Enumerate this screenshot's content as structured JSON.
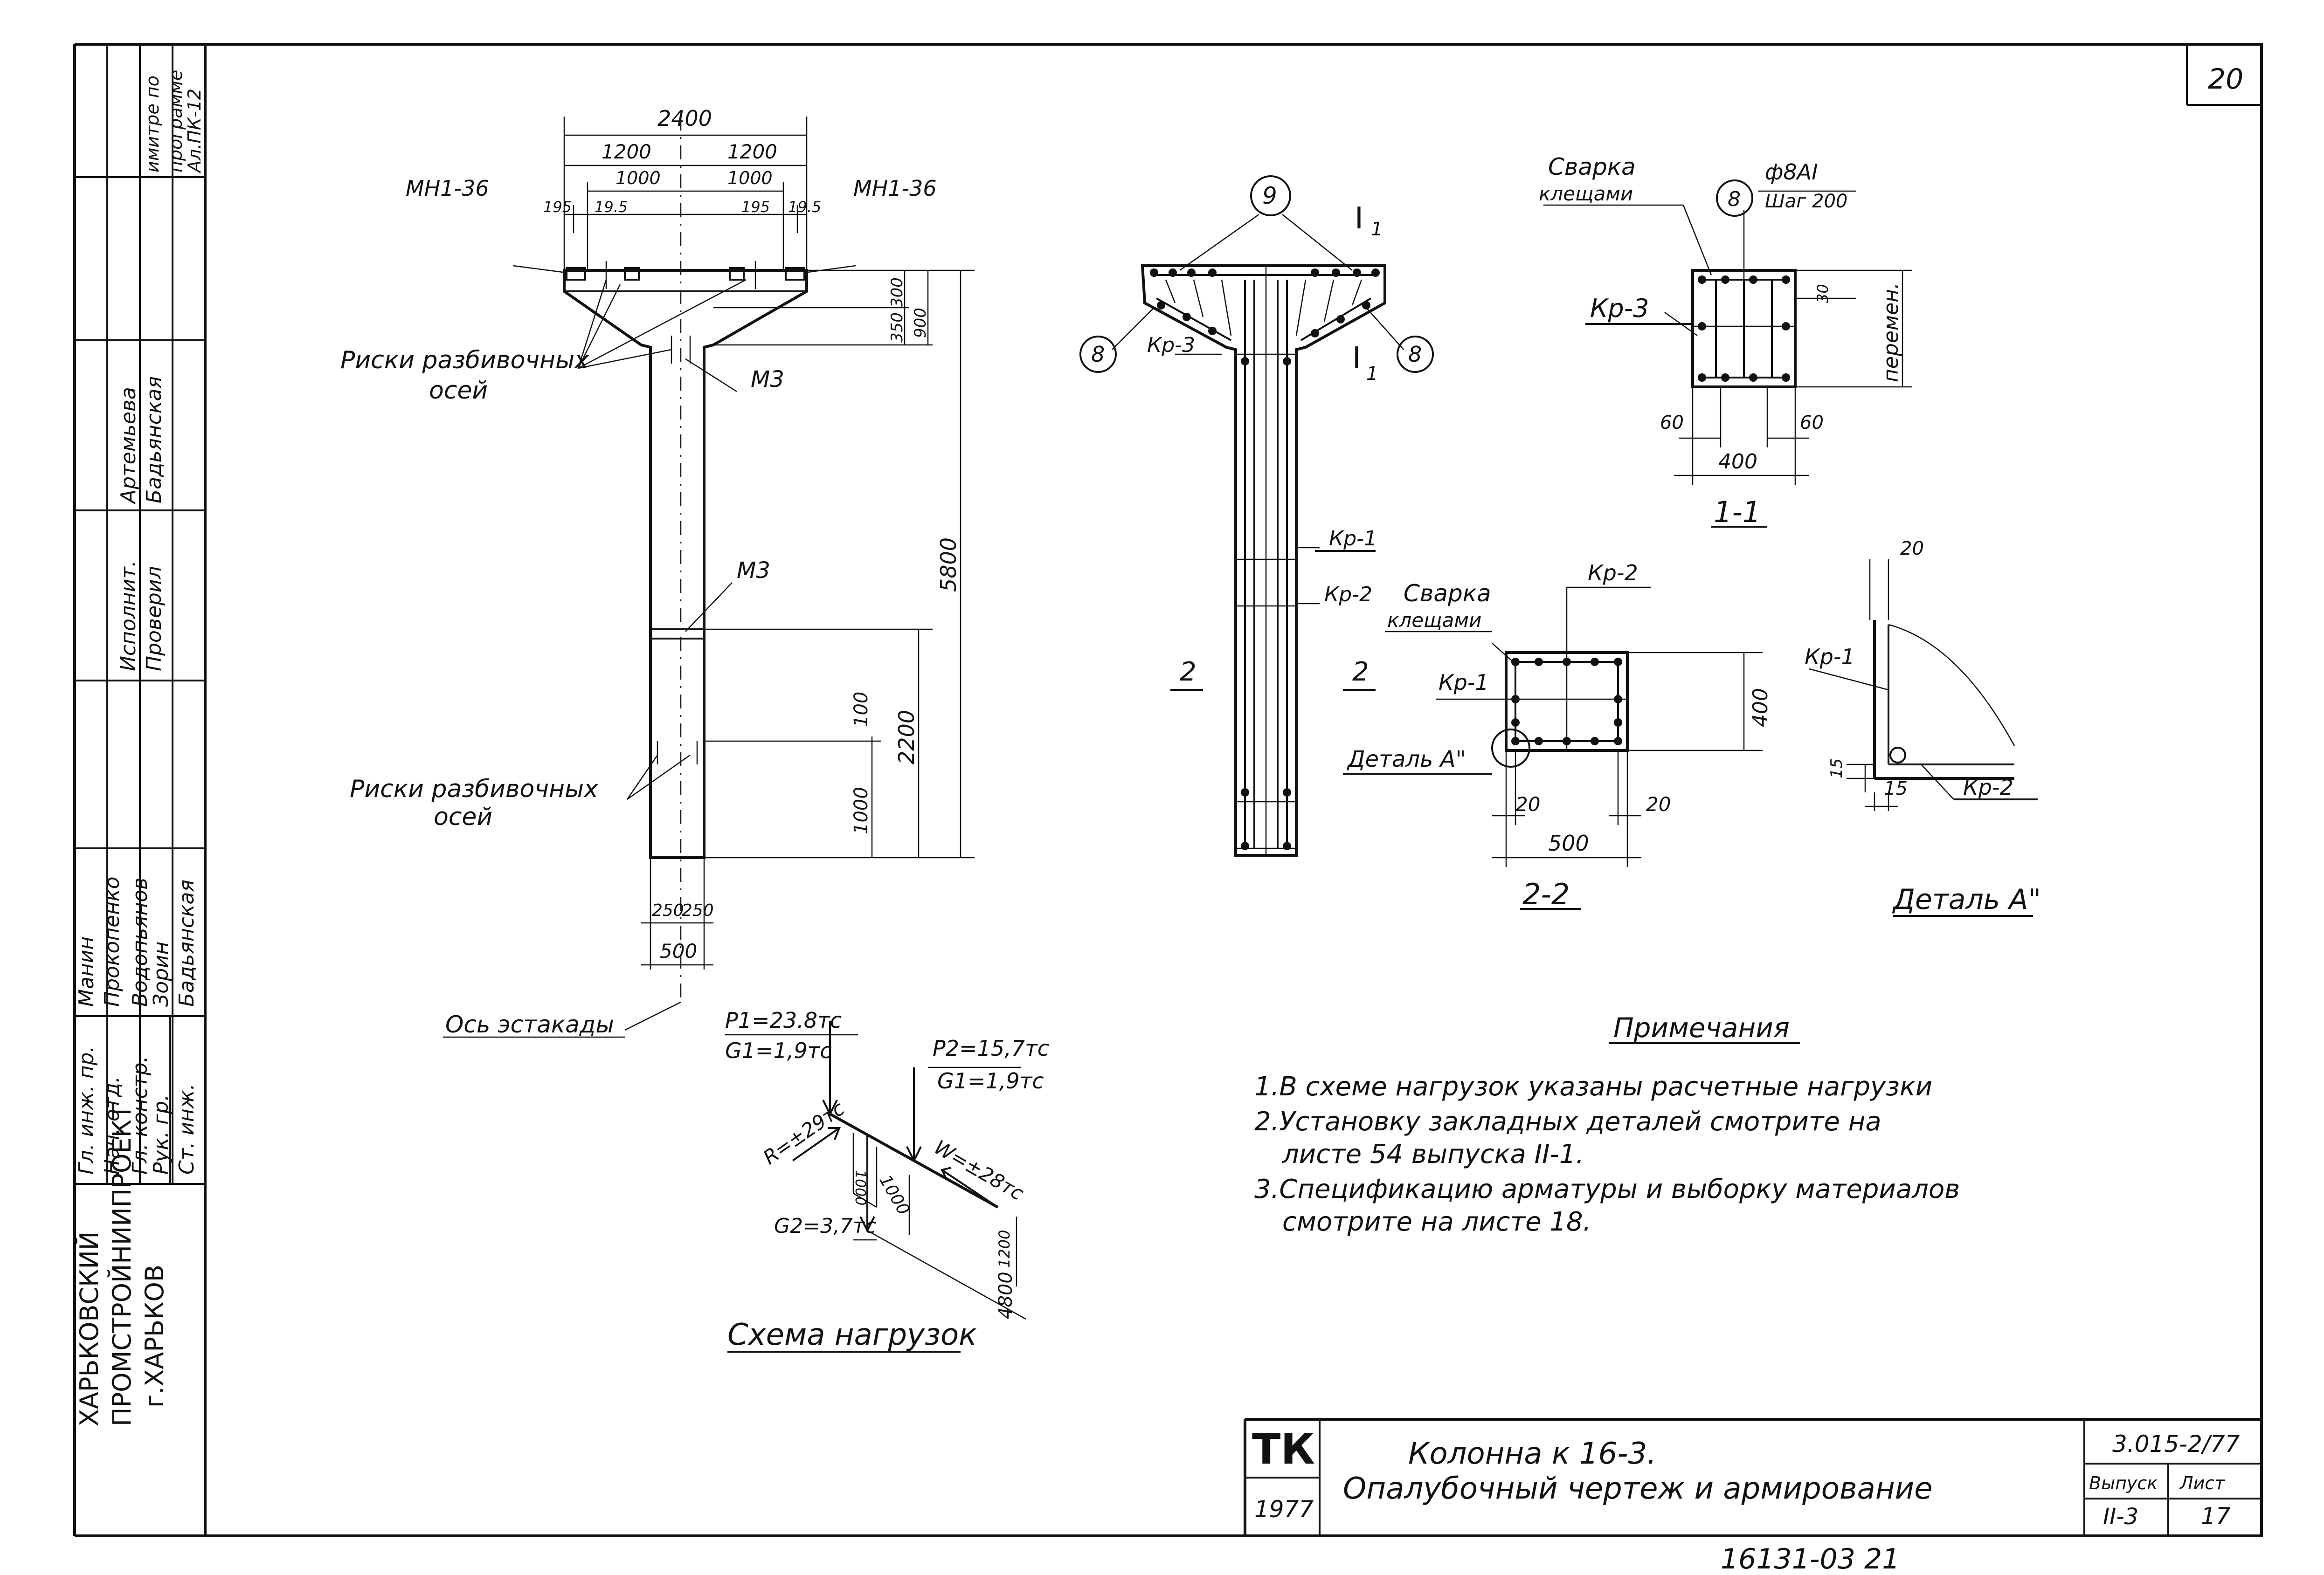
{
  "page_number": "20",
  "side_stamp": {
    "organization": [
      "ХАРЬКОВСКИЙ",
      "ПРОМСТРОЙНИИПРОЕКТ",
      "г.ХАРЬКОВ"
    ],
    "roles": [
      "Гл. инж. пр.",
      "Нач. отд.",
      "Гл. констр.",
      "Рук. гр.",
      "Ст. инж."
    ],
    "names": [
      "Манин",
      "Прокопенко",
      "Водопьянов",
      "Зорин",
      "Бадьянская"
    ],
    "fragments": [
      "Исполнит.",
      "Проверил",
      "Артемьева",
      "Бадьянская",
      "имитре по",
      "программе",
      "Ал.ПК-12"
    ]
  },
  "elevation": {
    "dims_top": [
      "2400",
      "1200",
      "1200",
      "1000",
      "1000",
      "195",
      "19.5",
      "195",
      "19.5"
    ],
    "embed_left": "МН1-36",
    "embed_right": "МН1-36",
    "axis_marks_label": "Риски разбивочных",
    "axis_marks_label2": "осей",
    "m3": "М3",
    "dims_right": [
      "300",
      "350",
      "900",
      "5800",
      "2200",
      "100",
      "1000"
    ],
    "dims_bottom": [
      "250",
      "250",
      "500"
    ],
    "axis_line": "Ось эстакады"
  },
  "reinforcement": {
    "marker_9": "9",
    "marker_8_left": "8",
    "marker_8_right": "8",
    "section_mark": "I",
    "section_mark_sub": "1",
    "kr3": "Кр-3",
    "kr1": "Кр-1",
    "kr2": "Кр-2",
    "section2_left": "2",
    "section2_right": "2"
  },
  "section_1_1": {
    "weld": "Сварка",
    "weld2": "клещами",
    "marker": "8",
    "rebar": "ф8АI",
    "pitch": "Шаг 200",
    "kr3": "Кр-3",
    "dim_30": "30",
    "variable": "перемен.",
    "dim_60_left": "60",
    "dim_60_right": "60",
    "dim_400": "400",
    "title": "1-1"
  },
  "section_2_2": {
    "weld": "Сварка",
    "weld2": "клещами",
    "kr2": "Кр-2",
    "kr1": "Кр-1",
    "detail": "Деталь А\"",
    "dim_400": "400",
    "dim_20_left": "20",
    "dim_20_right": "20",
    "dim_500": "500",
    "title": "2-2"
  },
  "detail_a": {
    "dim_20": "20",
    "kr1": "Кр-1",
    "dim_15_v": "15",
    "dim_15_h": "15",
    "kr2": "Кр-2",
    "title": "Деталь А\""
  },
  "load_scheme": {
    "p1": "P1=23.8тс",
    "g1_left": "G1=1,9тс",
    "p2": "P2=15,7тс",
    "g1_right": "G1=1,9тс",
    "r": "R=±29тс",
    "w": "W=±28тс",
    "d1": "1000",
    "d2": "1000",
    "d3": "1200",
    "g2": "G2=3,7тс",
    "d4": "4800",
    "title": "Схема нагрузок"
  },
  "notes": {
    "title": "Примечания",
    "items": [
      "1.В схеме нагрузок указаны расчетные нагрузки",
      "2.Установку закладных деталей смотрите на",
      "листе 54 выпуска II-1.",
      "3.Спецификацию арматуры и выборку материалов",
      "смотрите на листе 18."
    ]
  },
  "title_block": {
    "code": "ТК",
    "year": "1977",
    "line1": "Колонна к 16-3.",
    "line2": "Опалубочный чертеж и армирование",
    "doc": "3.015-2/77",
    "vypusk_label": "Выпуск",
    "vypusk": "II-3",
    "list_label": "Лист",
    "list": "17"
  },
  "archive_number": "16131-03 21"
}
